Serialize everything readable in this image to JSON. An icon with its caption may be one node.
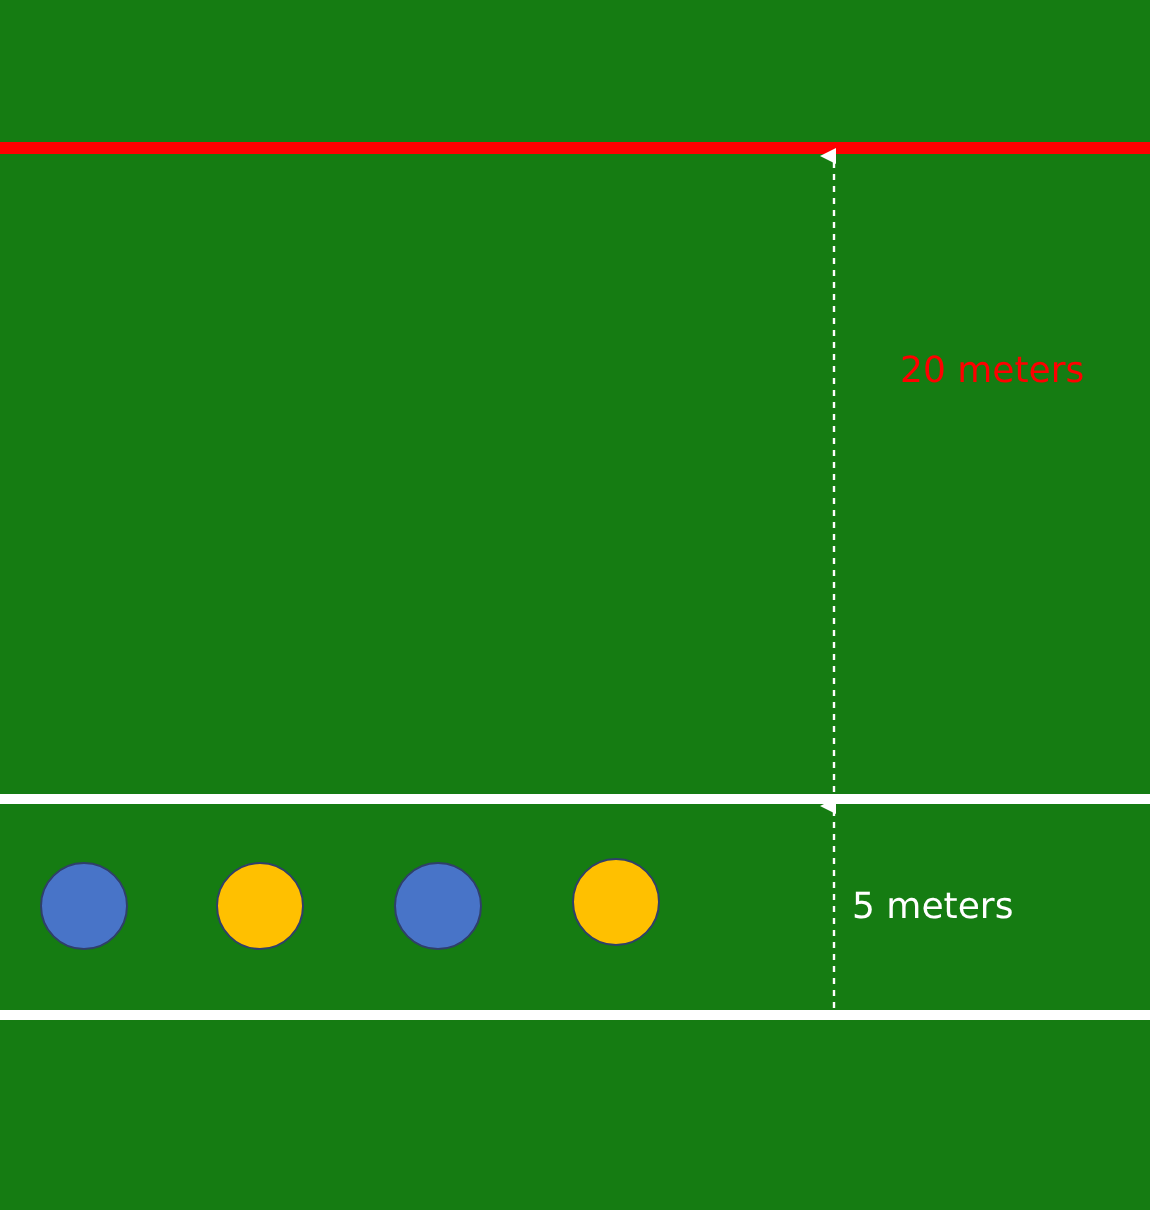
{
  "diagram": {
    "nodes": [
      {
        "text": [],
        "shape": "circle"
      },
      {
        "text": [],
        "shape": "circle"
      },
      {
        "text": [],
        "shape": "circle"
      },
      {
        "text": [],
        "shape": "circle"
      }
    ],
    "edges": [],
    "labels": [
      "20 meters",
      "5 meters"
    ]
  }
}
